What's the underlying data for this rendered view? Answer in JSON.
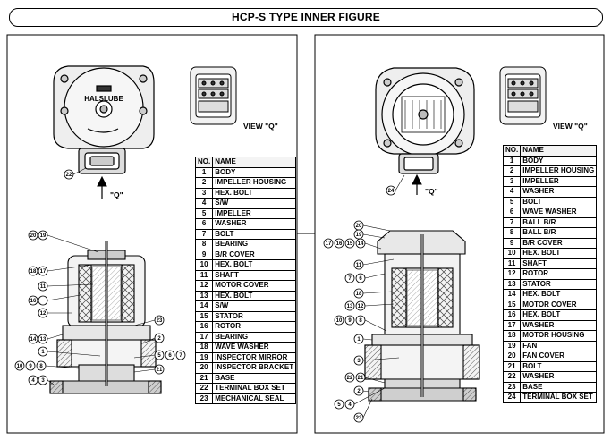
{
  "title": "HCP-S TYPE  INNER FIGURE",
  "left_panel": {
    "brand": "HALSLUBE",
    "view_label": "VIEW \"Q\"",
    "q_label": "\"Q\"",
    "callouts": [
      "22",
      "20",
      "19",
      "18",
      "17",
      "11",
      "16",
      "12",
      "14",
      "13",
      "10",
      "9",
      "8",
      "4",
      "3",
      "23",
      "2",
      "5",
      "6",
      "7",
      "1",
      "21"
    ],
    "table": {
      "header": {
        "no": "NO.",
        "name": "NAME"
      },
      "rows": [
        {
          "no": "1",
          "name": "BODY"
        },
        {
          "no": "2",
          "name": "IMPELLER HOUSING"
        },
        {
          "no": "3",
          "name": "HEX. BOLT"
        },
        {
          "no": "4",
          "name": "S/W"
        },
        {
          "no": "5",
          "name": "IMPELLER"
        },
        {
          "no": "6",
          "name": "WASHER"
        },
        {
          "no": "7",
          "name": "BOLT"
        },
        {
          "no": "8",
          "name": "BEARING"
        },
        {
          "no": "9",
          "name": "B/R COVER"
        },
        {
          "no": "10",
          "name": "HEX. BOLT"
        },
        {
          "no": "11",
          "name": "SHAFT"
        },
        {
          "no": "12",
          "name": "MOTOR COVER"
        },
        {
          "no": "13",
          "name": "HEX. BOLT"
        },
        {
          "no": "14",
          "name": "S/W"
        },
        {
          "no": "15",
          "name": "STATOR"
        },
        {
          "no": "16",
          "name": "ROTOR"
        },
        {
          "no": "17",
          "name": "BEARING"
        },
        {
          "no": "18",
          "name": "WAVE WASHER"
        },
        {
          "no": "19",
          "name": "INSPECTOR MIRROR"
        },
        {
          "no": "20",
          "name": "INSPECTOR BRACKET"
        },
        {
          "no": "21",
          "name": "BASE"
        },
        {
          "no": "22",
          "name": "TERMINAL BOX SET"
        },
        {
          "no": "23",
          "name": "MECHANICAL SEAL"
        }
      ]
    }
  },
  "right_panel": {
    "view_label": "VIEW \"Q\"",
    "q_label": "\"Q\"",
    "callouts": [
      "24",
      "20",
      "19",
      "17",
      "16",
      "15",
      "14",
      "11",
      "7",
      "6",
      "18",
      "13",
      "12",
      "10",
      "9",
      "8",
      "1",
      "3",
      "22",
      "21",
      "2",
      "5",
      "4",
      "23"
    ],
    "table": {
      "header": {
        "no": "NO.",
        "name": "NAME"
      },
      "rows": [
        {
          "no": "1",
          "name": "BODY"
        },
        {
          "no": "2",
          "name": "IMPELLER HOUSING"
        },
        {
          "no": "3",
          "name": "IMPELLER"
        },
        {
          "no": "4",
          "name": "WASHER"
        },
        {
          "no": "5",
          "name": "BOLT"
        },
        {
          "no": "6",
          "name": "WAVE WASHER"
        },
        {
          "no": "7",
          "name": "BALL B/R"
        },
        {
          "no": "8",
          "name": "BALL B/R"
        },
        {
          "no": "9",
          "name": "B/R COVER"
        },
        {
          "no": "10",
          "name": "HEX. BOLT"
        },
        {
          "no": "11",
          "name": "SHAFT"
        },
        {
          "no": "12",
          "name": "ROTOR"
        },
        {
          "no": "13",
          "name": "STATOR"
        },
        {
          "no": "14",
          "name": "HEX. BOLT"
        },
        {
          "no": "15",
          "name": "MOTOR COVER"
        },
        {
          "no": "16",
          "name": "HEX. BOLT"
        },
        {
          "no": "17",
          "name": "WASHER"
        },
        {
          "no": "18",
          "name": "MOTOR HOUSING"
        },
        {
          "no": "19",
          "name": "FAN"
        },
        {
          "no": "20",
          "name": "FAN COVER"
        },
        {
          "no": "21",
          "name": "BOLT"
        },
        {
          "no": "22",
          "name": "WASHER"
        },
        {
          "no": "23",
          "name": "BASE"
        },
        {
          "no": "24",
          "name": "TERMINAL BOX SET"
        }
      ]
    }
  }
}
